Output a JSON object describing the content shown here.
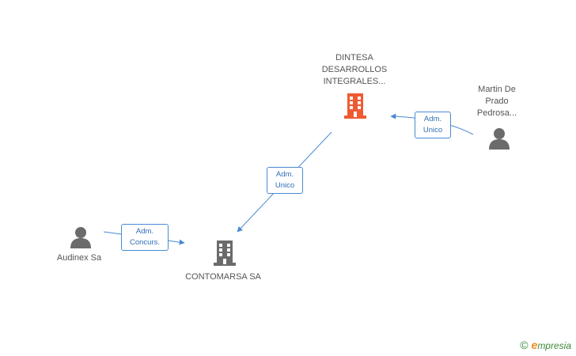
{
  "nodes": {
    "dintesa": {
      "label_lines": [
        "DINTESA",
        "DESARROLLOS",
        "INTEGRALES..."
      ],
      "kind": "company",
      "color": "#f05a32"
    },
    "martin": {
      "label_lines": [
        "Martin De",
        "Prado",
        "Pedrosa..."
      ],
      "kind": "person",
      "color": "#6b6b6b"
    },
    "audinex": {
      "label_lines": [
        "Audinex Sa"
      ],
      "kind": "person",
      "color": "#6b6b6b"
    },
    "contomarsa": {
      "label_lines": [
        "CONTOMARSA SA"
      ],
      "kind": "company",
      "color": "#6b6b6b"
    }
  },
  "edges": {
    "martin_to_dintesa": {
      "line1": "Adm.",
      "line2": "Unico"
    },
    "dintesa_to_contomarsa": {
      "line1": "Adm.",
      "line2": "Unico"
    },
    "audinex_to_contomarsa": {
      "line1": "Adm.",
      "line2": "Concurs."
    }
  },
  "colors": {
    "edge": "#4a8ad4"
  },
  "brand": {
    "copyright": "©",
    "initial": "e",
    "rest": "mpresia"
  }
}
